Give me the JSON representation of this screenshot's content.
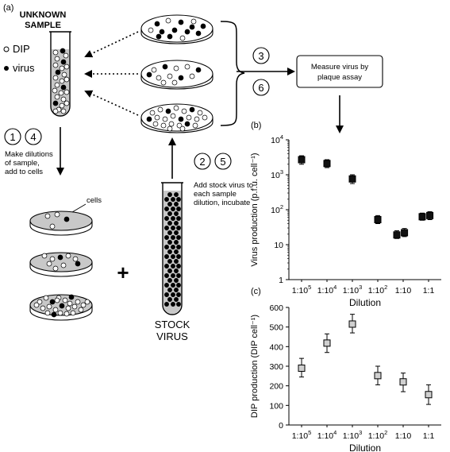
{
  "panels": {
    "a": "(a)",
    "b": "(b)",
    "c": "(c)"
  },
  "unknown_sample": {
    "title_line1": "UNKNOWN",
    "title_line2": "SAMPLE",
    "legend_dip": "DIP",
    "legend_virus": "virus"
  },
  "steps": {
    "s1": "1",
    "s4": "4",
    "s2": "2",
    "s5": "5",
    "s3": "3",
    "s6": "6",
    "make_dilutions": [
      "Make dilutions",
      "of sample,",
      "add to cells"
    ],
    "add_stock": [
      "Add stock virus to",
      "each sample",
      "dilution, incubate"
    ],
    "measure": [
      "Measure virus by",
      "plaque assay"
    ]
  },
  "cells_label": "cells",
  "plus": "+",
  "stock_virus": [
    "STOCK",
    "VIRUS"
  ],
  "colors": {
    "plate_fill": "#c8c8c8",
    "tube_fill": "#c8c8c8",
    "black": "#000000",
    "white": "#ffffff",
    "marker_b": "#111111",
    "marker_c": "#d0d0d0"
  },
  "chart_data": [
    {
      "panel": "b",
      "type": "scatter",
      "xlabel": "Dilution",
      "ylabel": "Virus production (p.f.u. cell⁻¹)",
      "y_scale": "log",
      "ylim": [
        1,
        10000
      ],
      "yticks": [
        {
          "value": 1,
          "label_base": "1",
          "label_exp": ""
        },
        {
          "value": 10,
          "label_base": "10",
          "label_exp": ""
        },
        {
          "value": 100,
          "label_base": "10",
          "label_exp": "2"
        },
        {
          "value": 1000,
          "label_base": "10",
          "label_exp": "3"
        },
        {
          "value": 10000,
          "label_base": "10",
          "label_exp": "4"
        }
      ],
      "xticks": [
        {
          "label_base": "1:10",
          "label_exp": "5"
        },
        {
          "label_base": "1:10",
          "label_exp": "4"
        },
        {
          "label_base": "1:10",
          "label_exp": "3"
        },
        {
          "label_base": "1:10",
          "label_exp": "2"
        },
        {
          "label_base": "1:10",
          "label_exp": ""
        },
        {
          "label_base": "1:1",
          "label_exp": ""
        }
      ],
      "x_domain": [
        0.5,
        6.5
      ],
      "points": [
        {
          "x": 1.0,
          "y": 2700,
          "err_low": 2000,
          "err_high": 3500
        },
        {
          "x": 2.0,
          "y": 2100,
          "err_low": 1600,
          "err_high": 2700
        },
        {
          "x": 3.0,
          "y": 760,
          "err_low": 560,
          "err_high": 1000
        },
        {
          "x": 4.0,
          "y": 52,
          "err_low": 40,
          "err_high": 68
        },
        {
          "x": 4.75,
          "y": 19,
          "err_low": 15,
          "err_high": 25
        },
        {
          "x": 5.05,
          "y": 22,
          "err_low": 17,
          "err_high": 29
        },
        {
          "x": 5.75,
          "y": 63,
          "err_low": 50,
          "err_high": 80
        },
        {
          "x": 6.05,
          "y": 68,
          "err_low": 52,
          "err_high": 88
        }
      ]
    },
    {
      "panel": "c",
      "type": "scatter",
      "xlabel": "Dilution",
      "ylabel": "DIP production (DIP cell⁻¹)",
      "y_scale": "linear",
      "ylim": [
        0,
        600
      ],
      "yticks": [
        {
          "value": 0,
          "label_base": "0",
          "label_exp": ""
        },
        {
          "value": 100,
          "label_base": "100",
          "label_exp": ""
        },
        {
          "value": 200,
          "label_base": "200",
          "label_exp": ""
        },
        {
          "value": 300,
          "label_base": "300",
          "label_exp": ""
        },
        {
          "value": 400,
          "label_base": "400",
          "label_exp": ""
        },
        {
          "value": 500,
          "label_base": "500",
          "label_exp": ""
        },
        {
          "value": 600,
          "label_base": "600",
          "label_exp": ""
        }
      ],
      "xticks": [
        {
          "label_base": "1:10",
          "label_exp": "5"
        },
        {
          "label_base": "1:10",
          "label_exp": "4"
        },
        {
          "label_base": "1:10",
          "label_exp": "3"
        },
        {
          "label_base": "1:10",
          "label_exp": "2"
        },
        {
          "label_base": "1:10",
          "label_exp": ""
        },
        {
          "label_base": "1:1",
          "label_exp": ""
        }
      ],
      "x_domain": [
        0.5,
        6.5
      ],
      "points": [
        {
          "x": 1,
          "y": 290,
          "err_low": 245,
          "err_high": 340
        },
        {
          "x": 2,
          "y": 418,
          "err_low": 370,
          "err_high": 465
        },
        {
          "x": 3,
          "y": 515,
          "err_low": 470,
          "err_high": 565
        },
        {
          "x": 4,
          "y": 252,
          "err_low": 205,
          "err_high": 300
        },
        {
          "x": 5,
          "y": 220,
          "err_low": 170,
          "err_high": 265
        },
        {
          "x": 6,
          "y": 155,
          "err_low": 105,
          "err_high": 205
        }
      ]
    }
  ]
}
